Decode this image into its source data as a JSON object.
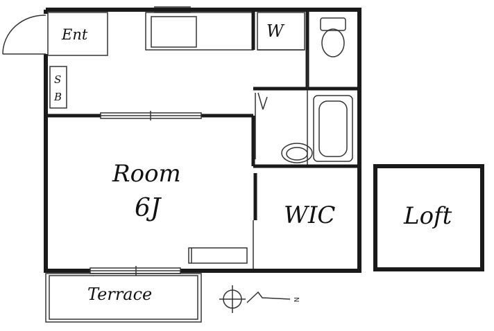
{
  "labels": {
    "entrance": "Ent",
    "shoe_box_s": "S",
    "shoe_box_b": "B",
    "washer": "W",
    "room_name": "Room",
    "room_size": "6J",
    "wic": "WIC",
    "loft": "Loft",
    "terrace": "Terrace",
    "north_mark": "N"
  },
  "colors": {
    "wall": "#1a1a1a",
    "line": "#333333",
    "background": "#ffffff"
  }
}
